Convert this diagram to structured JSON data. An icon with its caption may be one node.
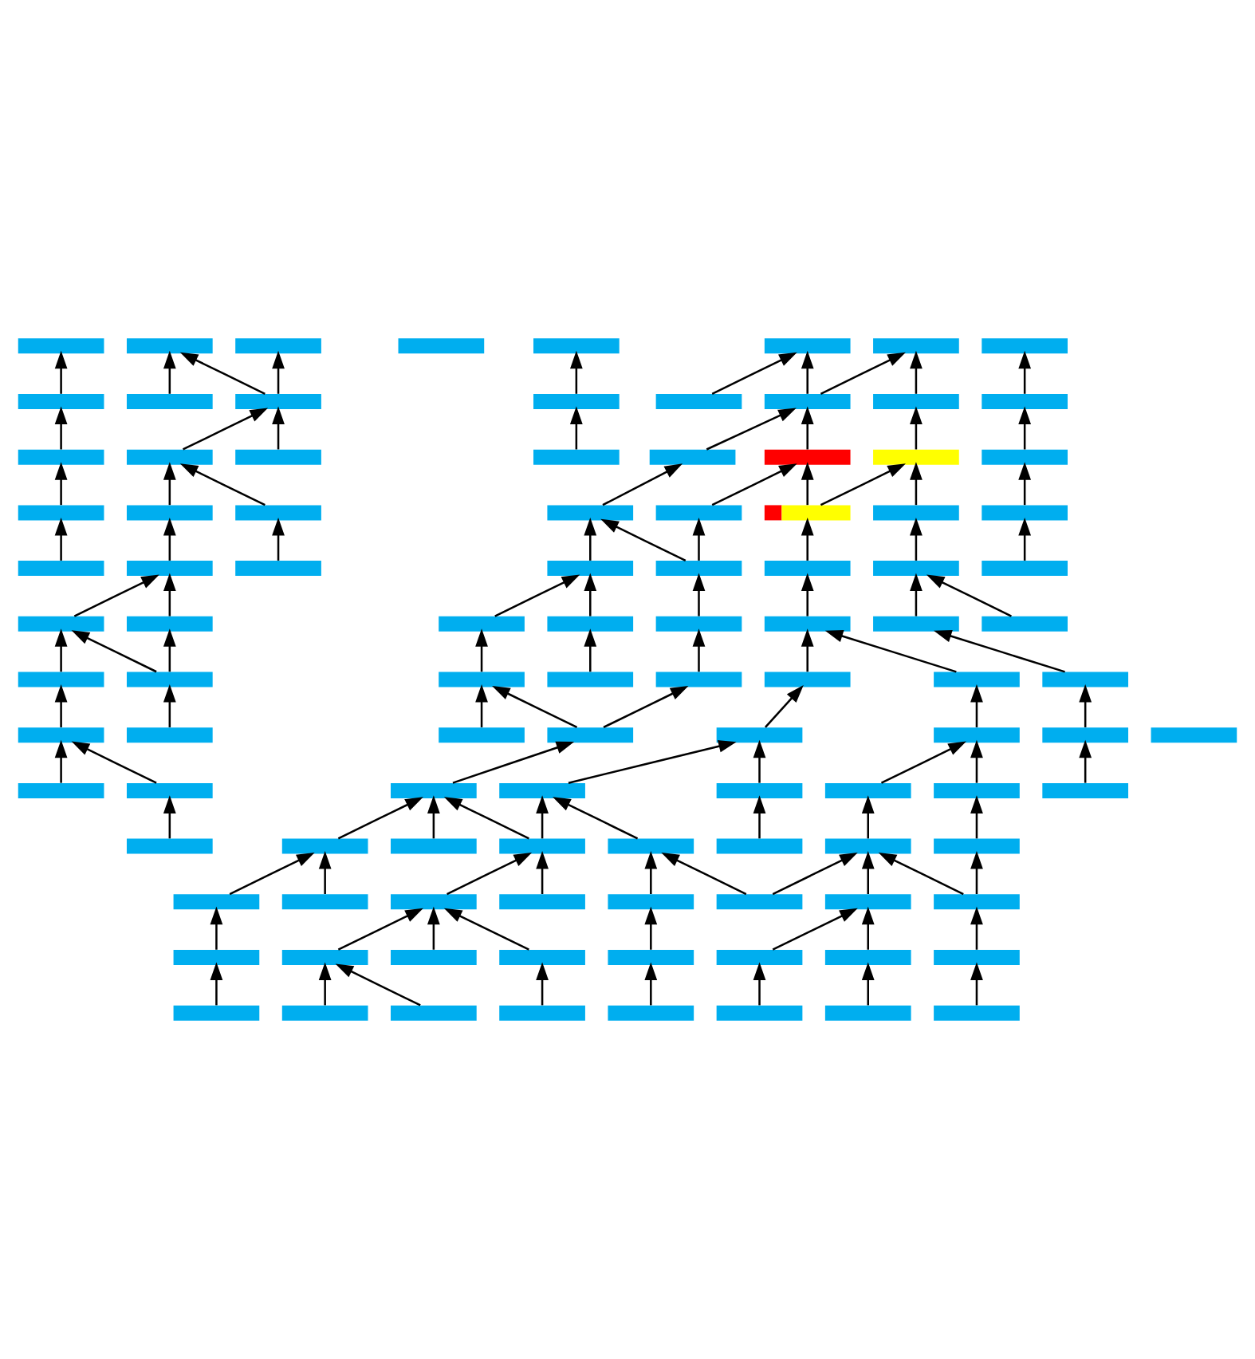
{
  "diagram": {
    "nodes": [
      {
        "text": [],
        "shape": "bar"
      },
      {
        "text": [],
        "shape": "bar"
      },
      {
        "text": [],
        "shape": "bar"
      },
      {
        "text": [],
        "shape": "bar"
      },
      {
        "text": [],
        "shape": "bar"
      },
      {
        "text": [],
        "shape": "bar"
      },
      {
        "text": [],
        "shape": "bar"
      },
      {
        "text": [],
        "shape": "bar"
      },
      {
        "text": [],
        "shape": "bar"
      },
      {
        "text": [],
        "shape": "bar"
      },
      {
        "text": [],
        "shape": "bar"
      },
      {
        "text": [],
        "shape": "bar"
      },
      {
        "text": [],
        "shape": "bar"
      },
      {
        "text": [],
        "shape": "bar"
      },
      {
        "text": [],
        "shape": "bar"
      },
      {
        "text": [],
        "shape": "bar"
      },
      {
        "text": [],
        "shape": "bar"
      },
      {
        "text": [],
        "shape": "bar"
      },
      {
        "text": [],
        "shape": "bar"
      },
      {
        "text": [],
        "shape": "bar"
      },
      {
        "text": [],
        "shape": "bar"
      },
      {
        "text": [],
        "shape": "bar"
      },
      {
        "text": [],
        "shape": "bar"
      },
      {
        "text": [],
        "shape": "bar"
      },
      {
        "text": [],
        "shape": "bar"
      },
      {
        "text": [],
        "shape": "bar"
      },
      {
        "text": [],
        "shape": "bar"
      },
      {
        "text": [],
        "shape": "bar"
      },
      {
        "text": [],
        "shape": "bar"
      },
      {
        "text": [],
        "shape": "bar"
      },
      {
        "text": [],
        "shape": "bar"
      },
      {
        "text": [],
        "shape": "bar"
      },
      {
        "text": [],
        "shape": "bar"
      },
      {
        "text": [],
        "shape": "bar"
      },
      {
        "text": [],
        "shape": "bar"
      },
      {
        "text": [],
        "shape": "bar"
      },
      {
        "text": [],
        "shape": "bar"
      },
      {
        "text": [],
        "shape": "bar"
      },
      {
        "text": [],
        "shape": "bar"
      },
      {
        "text": [],
        "shape": "bar"
      },
      {
        "text": [],
        "shape": "bar"
      },
      {
        "text": [],
        "shape": "bar"
      },
      {
        "text": [],
        "shape": "bar"
      },
      {
        "text": [],
        "shape": "bar"
      },
      {
        "text": [],
        "shape": "bar"
      },
      {
        "text": [],
        "shape": "bar"
      },
      {
        "text": [],
        "shape": "bar"
      },
      {
        "text": [],
        "shape": "bar"
      },
      {
        "text": [],
        "shape": "bar"
      },
      {
        "text": [],
        "shape": "bar"
      },
      {
        "text": [],
        "shape": "bar"
      },
      {
        "text": [],
        "shape": "bar"
      },
      {
        "text": [],
        "shape": "bar"
      },
      {
        "text": [],
        "shape": "bar"
      },
      {
        "text": [],
        "shape": "bar"
      },
      {
        "text": [],
        "shape": "bar"
      },
      {
        "text": [],
        "shape": "bar"
      },
      {
        "text": [],
        "shape": "bar"
      },
      {
        "text": [],
        "shape": "bar"
      },
      {
        "text": [],
        "shape": "bar"
      },
      {
        "text": [],
        "shape": "bar"
      },
      {
        "text": [],
        "shape": "bar"
      },
      {
        "text": [],
        "shape": "bar"
      },
      {
        "text": [],
        "shape": "bar"
      },
      {
        "text": [],
        "shape": "bar"
      },
      {
        "text": [],
        "shape": "bar"
      },
      {
        "text": [],
        "shape": "bar"
      },
      {
        "text": [],
        "shape": "bar"
      },
      {
        "text": [],
        "shape": "bar"
      },
      {
        "text": [],
        "shape": "bar"
      },
      {
        "text": [],
        "shape": "bar"
      },
      {
        "text": [],
        "shape": "bar"
      },
      {
        "text": [],
        "shape": "bar"
      },
      {
        "text": [],
        "shape": "bar"
      },
      {
        "text": [],
        "shape": "bar"
      },
      {
        "text": [],
        "shape": "bar"
      },
      {
        "text": [],
        "shape": "bar"
      },
      {
        "text": [],
        "shape": "bar"
      },
      {
        "text": [],
        "shape": "bar"
      },
      {
        "text": [],
        "shape": "bar"
      },
      {
        "text": [],
        "shape": "bar"
      },
      {
        "text": [],
        "shape": "bar"
      },
      {
        "text": [],
        "shape": "bar"
      },
      {
        "text": [],
        "shape": "bar"
      },
      {
        "text": [],
        "shape": "bar"
      },
      {
        "text": [],
        "shape": "bar"
      },
      {
        "text": [],
        "shape": "bar"
      },
      {
        "text": [],
        "shape": "bar"
      },
      {
        "text": [],
        "shape": "bar"
      },
      {
        "text": [],
        "shape": "bar"
      },
      {
        "text": [],
        "shape": "bar"
      },
      {
        "text": [],
        "shape": "bar"
      },
      {
        "text": [],
        "shape": "bar"
      },
      {
        "text": [],
        "shape": "bar"
      },
      {
        "text": [],
        "shape": "bar"
      },
      {
        "text": [],
        "shape": "bar"
      },
      {
        "text": [],
        "shape": "bar"
      },
      {
        "text": [],
        "shape": "bar"
      },
      {
        "text": [],
        "shape": "bar"
      },
      {
        "text": [],
        "shape": "bar"
      },
      {
        "text": [],
        "shape": "bar"
      },
      {
        "text": [],
        "shape": "bar"
      },
      {
        "text": [],
        "shape": "bar"
      },
      {
        "text": [],
        "shape": "bar"
      }
    ],
    "edges": [
      {
        "from": 8,
        "to": 0,
        "arrow": "to"
      },
      {
        "from": 9,
        "to": 1,
        "arrow": "to"
      },
      {
        "from": 10,
        "to": 1,
        "arrow": "to"
      },
      {
        "from": 10,
        "to": 3,
        "arrow": "to"
      },
      {
        "from": 11,
        "to": 4,
        "arrow": "to"
      },
      {
        "from": 12,
        "to": 5,
        "arrow": "to"
      },
      {
        "from": 13,
        "to": 5,
        "arrow": "to"
      },
      {
        "from": 13,
        "to": 6,
        "arrow": "to"
      },
      {
        "from": 14,
        "to": 6,
        "arrow": "to"
      },
      {
        "from": 15,
        "to": 7,
        "arrow": "to"
      },
      {
        "from": 16,
        "to": 8,
        "arrow": "to"
      },
      {
        "from": 17,
        "to": 10,
        "arrow": "to"
      },
      {
        "from": 18,
        "to": 10,
        "arrow": "to"
      },
      {
        "from": 19,
        "to": 11,
        "arrow": "to"
      },
      {
        "from": 20,
        "to": 13,
        "arrow": "to"
      },
      {
        "from": 21,
        "to": 13,
        "arrow": "to"
      },
      {
        "from": 22,
        "to": 14,
        "arrow": "to"
      },
      {
        "from": 23,
        "to": 15,
        "arrow": "to"
      },
      {
        "from": 24,
        "to": 16,
        "arrow": "to"
      },
      {
        "from": 25,
        "to": 17,
        "arrow": "to"
      },
      {
        "from": 26,
        "to": 17,
        "arrow": "to"
      },
      {
        "from": 27,
        "to": 20,
        "arrow": "to"
      },
      {
        "from": 28,
        "to": 21,
        "arrow": "to"
      },
      {
        "from": 29,
        "to": 21,
        "arrow": "to"
      },
      {
        "from": 29,
        "to": 22,
        "arrow": "to"
      },
      {
        "from": 30,
        "to": 22,
        "arrow": "to"
      },
      {
        "from": 31,
        "to": 23,
        "arrow": "to"
      },
      {
        "from": 32,
        "to": 24,
        "arrow": "to"
      },
      {
        "from": 33,
        "to": 25,
        "arrow": "to"
      },
      {
        "from": 34,
        "to": 26,
        "arrow": "to"
      },
      {
        "from": 35,
        "to": 27,
        "arrow": "to"
      },
      {
        "from": 36,
        "to": 27,
        "arrow": "to"
      },
      {
        "from": 36,
        "to": 28,
        "arrow": "to"
      },
      {
        "from": 37,
        "to": 29,
        "arrow": "to"
      },
      {
        "from": 38,
        "to": 30,
        "arrow": "to"
      },
      {
        "from": 39,
        "to": 31,
        "arrow": "to"
      },
      {
        "from": 40,
        "to": 33,
        "arrow": "to"
      },
      {
        "from": 41,
        "to": 33,
        "arrow": "to"
      },
      {
        "from": 42,
        "to": 35,
        "arrow": "to"
      },
      {
        "from": 43,
        "to": 35,
        "arrow": "to"
      },
      {
        "from": 44,
        "to": 36,
        "arrow": "to"
      },
      {
        "from": 45,
        "to": 37,
        "arrow": "to"
      },
      {
        "from": 46,
        "to": 38,
        "arrow": "to"
      },
      {
        "from": 47,
        "to": 38,
        "arrow": "to"
      },
      {
        "from": 48,
        "to": 40,
        "arrow": "to"
      },
      {
        "from": 49,
        "to": 40,
        "arrow": "to"
      },
      {
        "from": 49,
        "to": 41,
        "arrow": "to"
      },
      {
        "from": 50,
        "to": 42,
        "arrow": "to"
      },
      {
        "from": 51,
        "to": 43,
        "arrow": "to"
      },
      {
        "from": 52,
        "to": 44,
        "arrow": "to"
      },
      {
        "from": 53,
        "to": 45,
        "arrow": "to"
      },
      {
        "from": 54,
        "to": 45,
        "arrow": "to"
      },
      {
        "from": 55,
        "to": 46,
        "arrow": "to"
      },
      {
        "from": 56,
        "to": 48,
        "arrow": "to"
      },
      {
        "from": 57,
        "to": 49,
        "arrow": "to"
      },
      {
        "from": 58,
        "to": 50,
        "arrow": "to"
      },
      {
        "from": 59,
        "to": 50,
        "arrow": "to"
      },
      {
        "from": 59,
        "to": 52,
        "arrow": "to"
      },
      {
        "from": 60,
        "to": 53,
        "arrow": "to"
      },
      {
        "from": 62,
        "to": 54,
        "arrow": "to"
      },
      {
        "from": 63,
        "to": 55,
        "arrow": "to"
      },
      {
        "from": 64,
        "to": 56,
        "arrow": "to"
      },
      {
        "from": 65,
        "to": 56,
        "arrow": "to"
      },
      {
        "from": 66,
        "to": 59,
        "arrow": "to"
      },
      {
        "from": 67,
        "to": 60,
        "arrow": "to"
      },
      {
        "from": 68,
        "to": 60,
        "arrow": "to"
      },
      {
        "from": 69,
        "to": 62,
        "arrow": "to"
      },
      {
        "from": 70,
        "to": 62,
        "arrow": "to"
      },
      {
        "from": 71,
        "to": 63,
        "arrow": "to"
      },
      {
        "from": 72,
        "to": 65,
        "arrow": "to"
      },
      {
        "from": 73,
        "to": 66,
        "arrow": "to"
      },
      {
        "from": 74,
        "to": 66,
        "arrow": "to"
      },
      {
        "from": 75,
        "to": 66,
        "arrow": "to"
      },
      {
        "from": 75,
        "to": 67,
        "arrow": "to"
      },
      {
        "from": 76,
        "to": 67,
        "arrow": "to"
      },
      {
        "from": 77,
        "to": 68,
        "arrow": "to"
      },
      {
        "from": 78,
        "to": 69,
        "arrow": "to"
      },
      {
        "from": 79,
        "to": 70,
        "arrow": "to"
      },
      {
        "from": 80,
        "to": 73,
        "arrow": "to"
      },
      {
        "from": 81,
        "to": 73,
        "arrow": "to"
      },
      {
        "from": 82,
        "to": 75,
        "arrow": "to"
      },
      {
        "from": 83,
        "to": 75,
        "arrow": "to"
      },
      {
        "from": 84,
        "to": 76,
        "arrow": "to"
      },
      {
        "from": 85,
        "to": 76,
        "arrow": "to"
      },
      {
        "from": 85,
        "to": 78,
        "arrow": "to"
      },
      {
        "from": 86,
        "to": 78,
        "arrow": "to"
      },
      {
        "from": 87,
        "to": 78,
        "arrow": "to"
      },
      {
        "from": 87,
        "to": 79,
        "arrow": "to"
      },
      {
        "from": 88,
        "to": 80,
        "arrow": "to"
      },
      {
        "from": 89,
        "to": 82,
        "arrow": "to"
      },
      {
        "from": 90,
        "to": 82,
        "arrow": "to"
      },
      {
        "from": 91,
        "to": 82,
        "arrow": "to"
      },
      {
        "from": 92,
        "to": 84,
        "arrow": "to"
      },
      {
        "from": 93,
        "to": 86,
        "arrow": "to"
      },
      {
        "from": 94,
        "to": 86,
        "arrow": "to"
      },
      {
        "from": 95,
        "to": 87,
        "arrow": "to"
      },
      {
        "from": 96,
        "to": 88,
        "arrow": "to"
      },
      {
        "from": 97,
        "to": 89,
        "arrow": "to"
      },
      {
        "from": 98,
        "to": 89,
        "arrow": "to"
      },
      {
        "from": 99,
        "to": 91,
        "arrow": "to"
      },
      {
        "from": 100,
        "to": 92,
        "arrow": "to"
      },
      {
        "from": 101,
        "to": 93,
        "arrow": "to"
      },
      {
        "from": 102,
        "to": 94,
        "arrow": "to"
      },
      {
        "from": 103,
        "to": 95,
        "arrow": "to"
      }
    ]
  }
}
